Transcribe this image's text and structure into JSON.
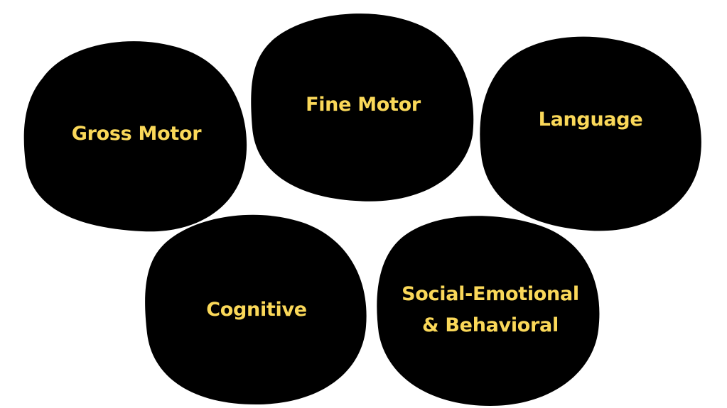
{
  "colors": {
    "blob": "#000000",
    "text": "#FAD859",
    "background": "#FFFFFF"
  },
  "domains": [
    {
      "label": "Gross Motor"
    },
    {
      "label": "Fine Motor"
    },
    {
      "label": "Language"
    },
    {
      "label": "Cognitive"
    },
    {
      "label": "Social-Emotional",
      "label_line2": "& Behavioral"
    }
  ]
}
